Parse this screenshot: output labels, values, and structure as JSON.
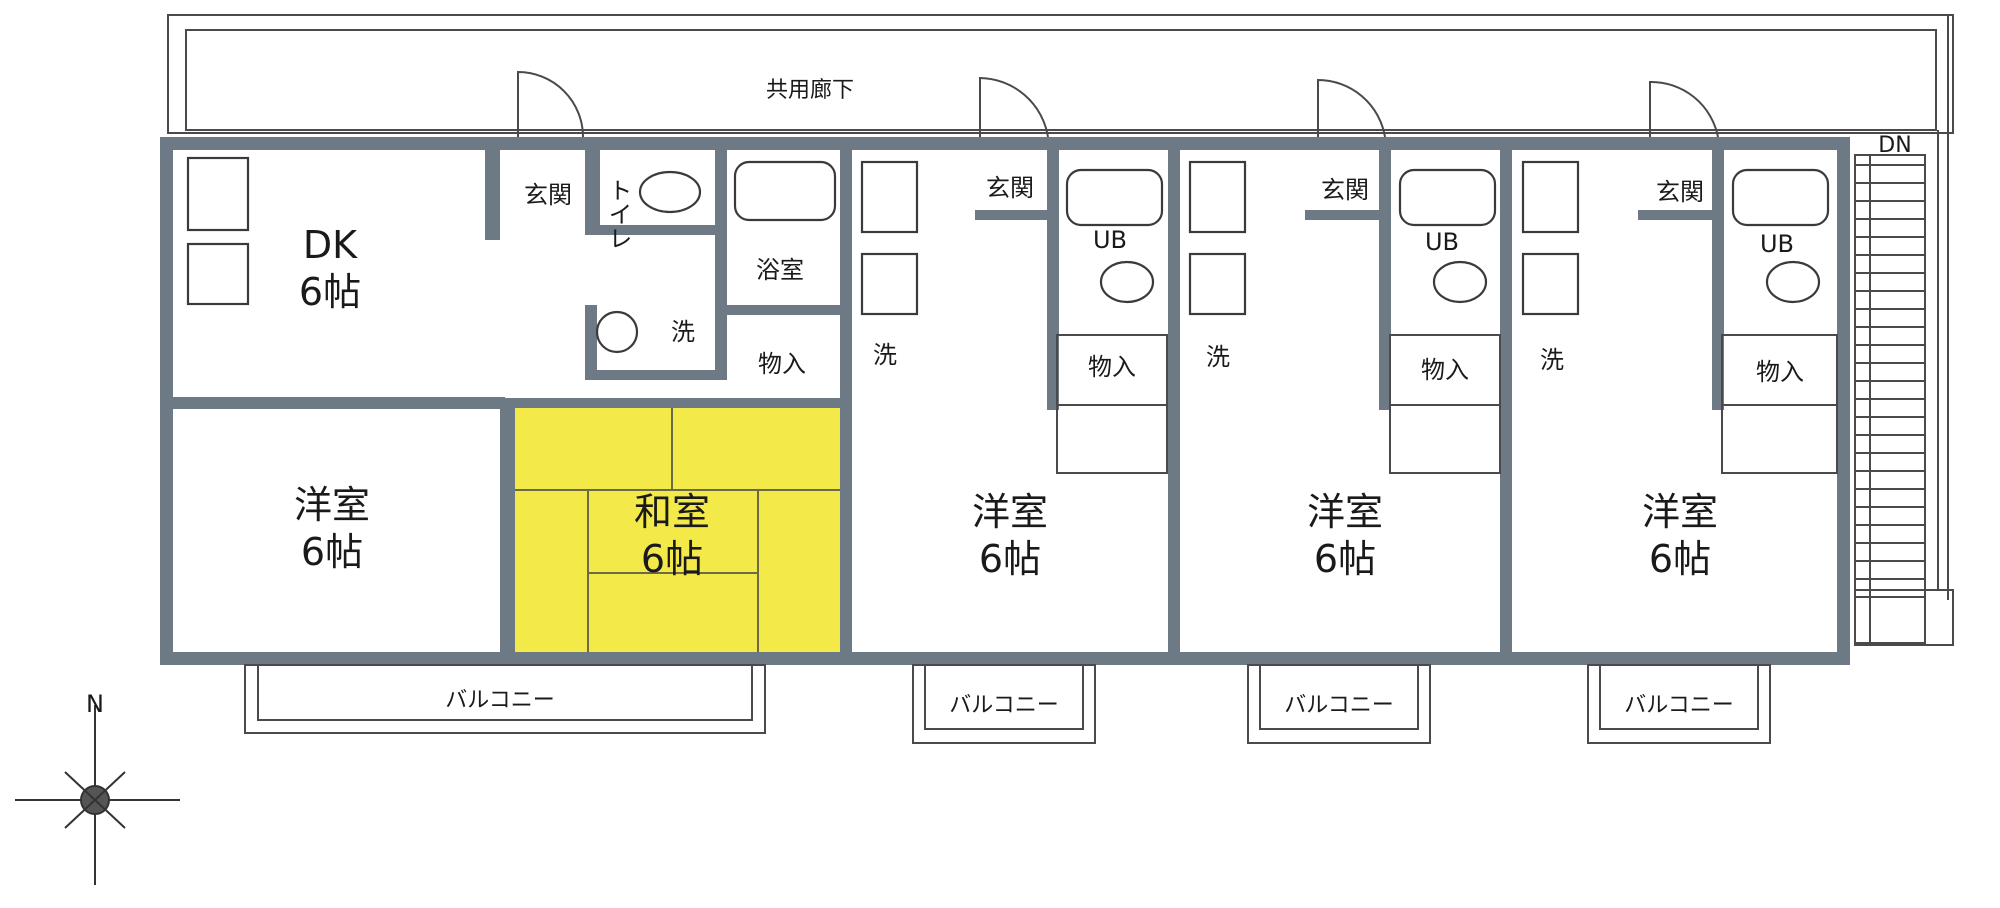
{
  "corridor": "共用廊下",
  "dn": "DN",
  "north": "N",
  "units": [
    {
      "dk": [
        "DK",
        "6帖"
      ],
      "western": [
        "洋室",
        "6帖"
      ],
      "japanese": [
        "和室",
        "6帖"
      ],
      "entrance": "玄関",
      "toilet": "トイレ",
      "bath": "浴室",
      "washer": "洗",
      "closet": "物入",
      "balcony": "バルコニー"
    },
    {
      "western": [
        "洋室",
        "6帖"
      ],
      "entrance": "玄関",
      "ub": "UB",
      "washer": "洗",
      "closet": "物入",
      "balcony": "バルコニー"
    },
    {
      "western": [
        "洋室",
        "6帖"
      ],
      "entrance": "玄関",
      "ub": "UB",
      "washer": "洗",
      "closet": "物入",
      "balcony": "バルコニー"
    },
    {
      "western": [
        "洋室",
        "6帖"
      ],
      "entrance": "玄関",
      "ub": "UB",
      "washer": "洗",
      "closet": "物入",
      "balcony": "バルコニー"
    }
  ],
  "colors": {
    "wall": "#6d7a85",
    "tatami": "#f3ea4a",
    "line": "#3a3a3a"
  }
}
